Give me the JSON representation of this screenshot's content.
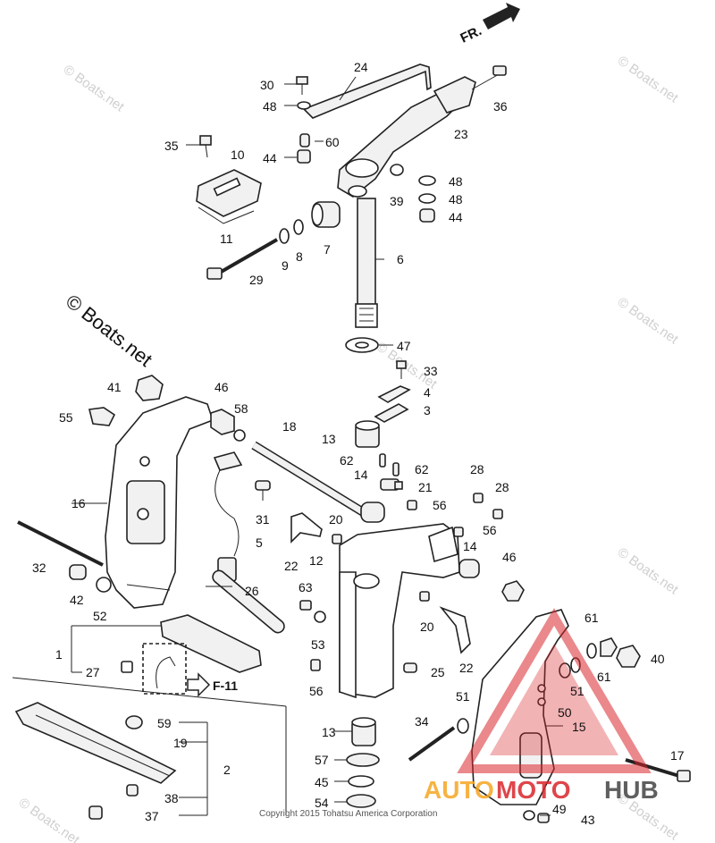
{
  "direction_label": "FR.",
  "reference_label": "F-11",
  "copyright": "Copyright 2015 Tohatsu America Corporation",
  "watermark": "© Boats.net",
  "logo_text_auto": "AUTO",
  "logo_text_moto": "MOTO",
  "logo_text_hub": "HUB",
  "colors": {
    "logo_red": "#d9262b",
    "logo_orange": "#f5a623",
    "logo_dark": "#444444"
  },
  "callouts": [
    {
      "num": "30"
    },
    {
      "num": "24"
    },
    {
      "num": "36"
    },
    {
      "num": "48"
    },
    {
      "num": "23"
    },
    {
      "num": "60"
    },
    {
      "num": "35"
    },
    {
      "num": "10"
    },
    {
      "num": "44"
    },
    {
      "num": "48"
    },
    {
      "num": "39"
    },
    {
      "num": "48"
    },
    {
      "num": "44"
    },
    {
      "num": "11"
    },
    {
      "num": "7"
    },
    {
      "num": "6"
    },
    {
      "num": "9"
    },
    {
      "num": "8"
    },
    {
      "num": "29"
    },
    {
      "num": "47"
    },
    {
      "num": "33"
    },
    {
      "num": "41"
    },
    {
      "num": "46"
    },
    {
      "num": "58"
    },
    {
      "num": "4"
    },
    {
      "num": "3"
    },
    {
      "num": "55"
    },
    {
      "num": "18"
    },
    {
      "num": "13"
    },
    {
      "num": "62"
    },
    {
      "num": "62"
    },
    {
      "num": "28"
    },
    {
      "num": "16"
    },
    {
      "num": "14"
    },
    {
      "num": "21"
    },
    {
      "num": "28"
    },
    {
      "num": "31"
    },
    {
      "num": "56"
    },
    {
      "num": "20"
    },
    {
      "num": "56"
    },
    {
      "num": "32"
    },
    {
      "num": "5"
    },
    {
      "num": "14"
    },
    {
      "num": "12"
    },
    {
      "num": "22"
    },
    {
      "num": "46"
    },
    {
      "num": "42"
    },
    {
      "num": "26"
    },
    {
      "num": "63"
    },
    {
      "num": "52"
    },
    {
      "num": "20"
    },
    {
      "num": "61"
    },
    {
      "num": "1"
    },
    {
      "num": "53"
    },
    {
      "num": "40"
    },
    {
      "num": "27"
    },
    {
      "num": "22"
    },
    {
      "num": "61"
    },
    {
      "num": "25"
    },
    {
      "num": "51"
    },
    {
      "num": "56"
    },
    {
      "num": "51"
    },
    {
      "num": "50"
    },
    {
      "num": "34"
    },
    {
      "num": "59"
    },
    {
      "num": "15"
    },
    {
      "num": "13"
    },
    {
      "num": "19"
    },
    {
      "num": "2"
    },
    {
      "num": "17"
    },
    {
      "num": "57"
    },
    {
      "num": "45"
    },
    {
      "num": "38"
    },
    {
      "num": "54"
    },
    {
      "num": "49"
    },
    {
      "num": "37"
    },
    {
      "num": "43"
    }
  ]
}
